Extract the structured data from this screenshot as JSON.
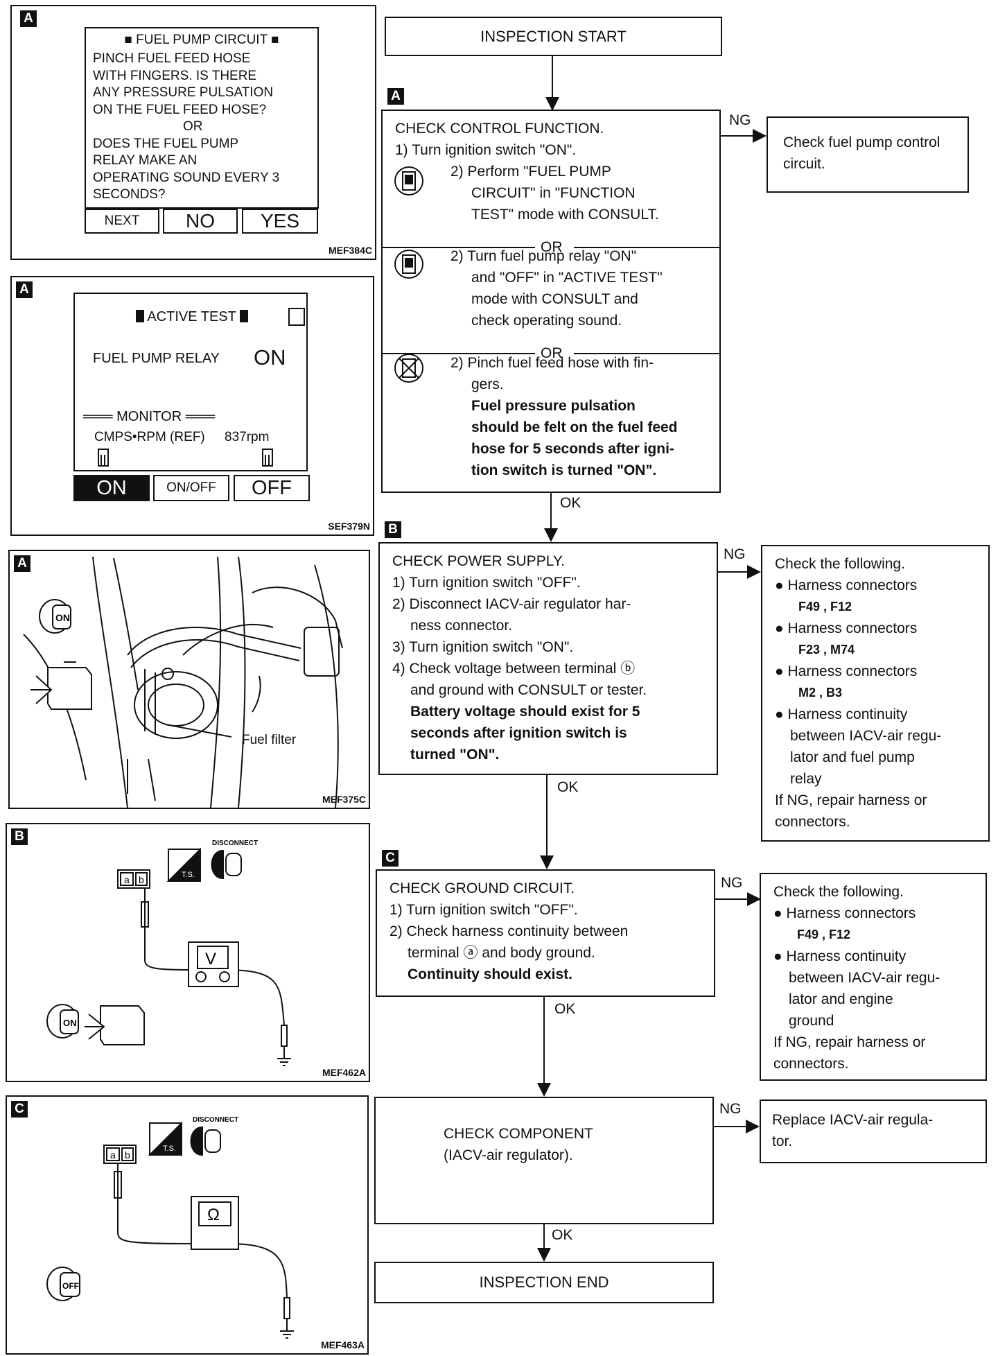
{
  "panel_a1": {
    "tag": "A",
    "code": "MEF384C",
    "title": "FUEL PUMP CIRCUIT",
    "lines": [
      "PINCH FUEL FEED HOSE",
      "WITH FINGERS. IS THERE",
      "ANY PRESSURE PULSATION",
      "ON THE FUEL FEED HOSE?",
      "OR",
      "DOES THE FUEL PUMP",
      "RELAY MAKE AN",
      "OPERATING SOUND EVERY 3",
      "SECONDS?"
    ],
    "btn_next": "NEXT",
    "btn_no": "NO",
    "btn_yes": "YES"
  },
  "panel_a2": {
    "tag": "A",
    "code": "SEF379N",
    "title": "ACTIVE TEST",
    "relay_label": "FUEL PUMP RELAY",
    "relay_value": "ON",
    "monitor": "MONITOR",
    "cmps_label": "CMPS•RPM (REF)",
    "cmps_value": "837rpm",
    "btn_on": "ON",
    "btn_onoff": "ON/OFF",
    "btn_off": "OFF"
  },
  "panel_a3": {
    "tag": "A",
    "code": "MEF375C",
    "fuel_filter": "Fuel filter",
    "key_on": "ON"
  },
  "panel_b": {
    "tag": "B",
    "code": "MEF462A",
    "disconnect": "DISCONNECT",
    "ts": "T.S.",
    "meter": "V",
    "key_on": "ON",
    "terminal_a": "a",
    "terminal_b": "b"
  },
  "panel_c": {
    "tag": "C",
    "code": "MEF463A",
    "disconnect": "DISCONNECT",
    "ts": "T.S.",
    "meter": "Ω",
    "key_off": "OFF",
    "terminal_a": "a",
    "terminal_b": "b"
  },
  "flow": {
    "start": "INSPECTION START",
    "end": "INSPECTION END",
    "ng": "NG",
    "ok": "OK",
    "or": "OR",
    "step_a": {
      "tag": "A",
      "title": "CHECK CONTROL FUNCTION.",
      "s1": "1) Turn ignition switch \"ON\".",
      "opt1": [
        "2) Perform \"FUEL PUMP",
        "CIRCUIT\" in \"FUNCTION",
        "TEST\" mode with CONSULT."
      ],
      "opt2": [
        "2) Turn fuel pump relay \"ON\"",
        "and \"OFF\" in \"ACTIVE TEST\"",
        "mode with CONSULT and",
        "check operating sound."
      ],
      "opt3": [
        "2) Pinch fuel feed hose with fin-",
        "gers."
      ],
      "opt3_bold": [
        "Fuel pressure pulsation",
        "should be felt on the fuel feed",
        "hose for 5 seconds after igni-",
        "tion switch is turned \"ON\"."
      ],
      "ng_result": [
        "Check fuel pump control",
        "circuit."
      ]
    },
    "step_b": {
      "tag": "B",
      "title": "CHECK POWER SUPPLY.",
      "lines": [
        "1) Turn ignition switch \"OFF\".",
        "2) Disconnect IACV-air regulator har-",
        "ness connector.",
        "3) Turn ignition switch \"ON\".",
        "4) Check voltage between terminal ⓑ",
        "and ground with CONSULT or tester."
      ],
      "bold": [
        "Battery voltage should exist for 5",
        "seconds after ignition switch is",
        "turned \"ON\"."
      ],
      "ng_title": "Check the following.",
      "ng_items": [
        "● Harness connectors",
        "F49 , F12",
        "● Harness connectors",
        "F23 , M74",
        "● Harness connectors",
        "M2 , B3",
        "● Harness continuity",
        "between IACV-air regu-",
        "lator and fuel pump",
        "relay",
        "If NG, repair harness or",
        "connectors."
      ]
    },
    "step_c": {
      "tag": "C",
      "title": "CHECK GROUND CIRCUIT.",
      "lines": [
        "1) Turn ignition switch \"OFF\".",
        "2) Check harness continuity between",
        "terminal ⓐ and body ground."
      ],
      "bold": "Continuity should exist.",
      "ng_title": "Check the following.",
      "ng_items": [
        "● Harness connectors",
        "F49 , F12",
        "● Harness continuity",
        "between IACV-air regu-",
        "lator and engine",
        "ground",
        "If NG, repair harness or",
        "connectors."
      ]
    },
    "step_d": {
      "lines": [
        "CHECK COMPONENT",
        "(IACV-air regulator)."
      ],
      "ng_result": [
        "Replace IACV-air regula-",
        "tor."
      ]
    }
  }
}
